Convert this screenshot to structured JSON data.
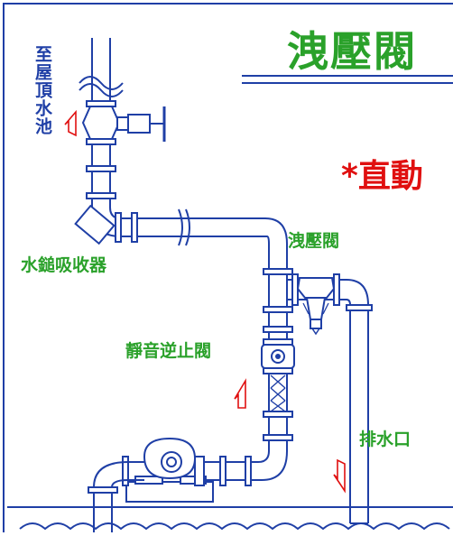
{
  "title": "洩壓閥",
  "subtitle": "*直動",
  "labels": {
    "to_roof_tank": "至屋頂水池",
    "water_hammer_absorber": "水鎚吸收器",
    "relief_valve": "洩壓閥",
    "silent_check_valve": "靜音逆止閥",
    "drain_outlet": "排水口"
  },
  "colors": {
    "title": "#2aa12a",
    "subtitle": "#e01010",
    "label_green": "#2aa12a",
    "label_blue": "#1f3fa6",
    "line_blue": "#1f3fa6",
    "arrow_red": "#e01010"
  },
  "icons": [
    "pump-icon",
    "gate-valve-icon",
    "relief-valve-icon",
    "check-valve-icon",
    "flow-arrow-icon",
    "water-surface"
  ]
}
